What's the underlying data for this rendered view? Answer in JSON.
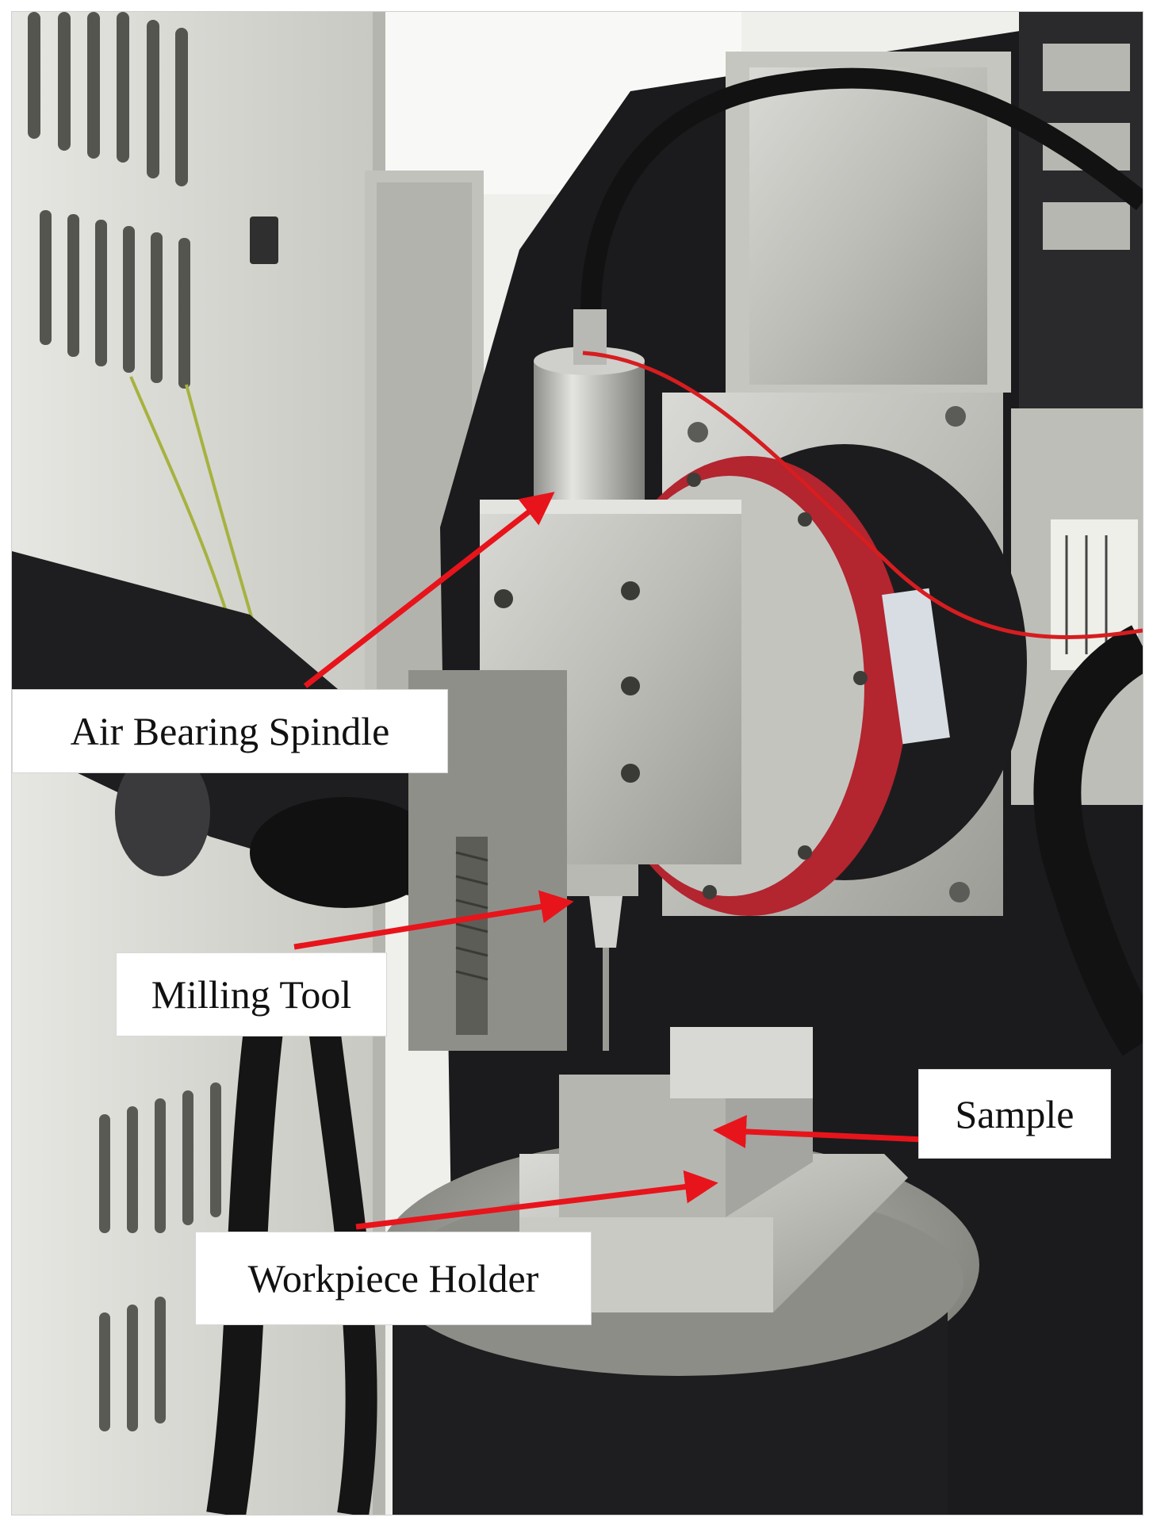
{
  "labels": {
    "air_bearing_spindle": "Air Bearing Spindle",
    "milling_tool": "Milling Tool",
    "sample": "Sample",
    "workpiece_holder": "Workpiece Holder"
  },
  "colors": {
    "arrow": "#e8141b",
    "spindle_ring": "#b3252f",
    "machine_frame": "#1b1b1d",
    "aluminium": "#c9c9c5",
    "label_background": "#ffffff"
  }
}
